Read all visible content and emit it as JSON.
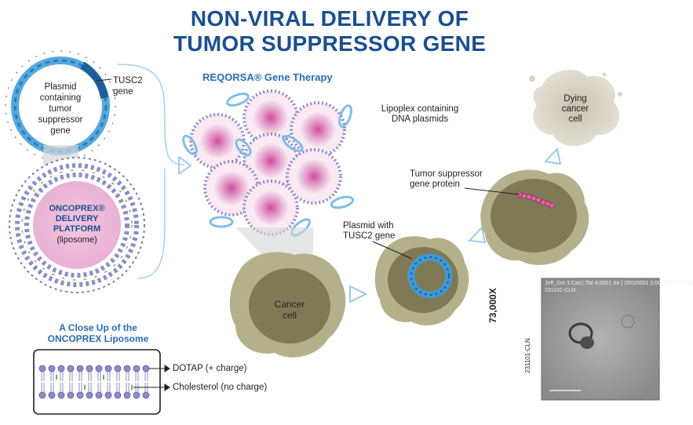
{
  "title": {
    "line1": "NON-VIRAL DELIVERY OF",
    "line2": "TUMOR SUPPRESSOR GENE"
  },
  "plasmid": {
    "label_lines": [
      "Plasmid",
      "containing",
      "tumor",
      "suppressor",
      "gene"
    ],
    "gene_label_lines": [
      "TUSC2",
      "gene"
    ]
  },
  "oncoprex": {
    "label_lines": [
      "ONCOPREX®",
      "DELIVERY",
      "PLATFORM"
    ],
    "sub_label": "(liposome)"
  },
  "reqorsa": {
    "heading": "REQORSA® Gene Therapy",
    "lipoplex_label_lines": [
      "Lipoplex containing",
      "DNA plasmids"
    ]
  },
  "cancer_cell": {
    "label_lines": [
      "Cancer",
      "cell"
    ]
  },
  "plasmid_tusc2": {
    "label_lines": [
      "Plasmid with",
      "TUSC2 gene"
    ]
  },
  "protein": {
    "label_lines": [
      "Tumor suppressor",
      "gene protein"
    ]
  },
  "dying_cell": {
    "label_lines": [
      "Dying",
      "cancer",
      "cell"
    ]
  },
  "closeup": {
    "heading_lines": [
      "A Close Up of the",
      "ONCOPREX Liposome"
    ],
    "dotap_label": "DOTAP (+ charge)",
    "cholesterol_label": "Cholesterol (no charge)"
  },
  "micrograph": {
    "magnification": "73,000X",
    "id_label": "231101-CLN",
    "header_text": "Jeff_Dot 3.Cas1:Tbl 4:0001 Xe | 2/01/0001 2:00 2/00:04 4:00",
    "sub_header": "231101-CLN"
  },
  "colors": {
    "title_blue": "#1b4f8e",
    "heading_blue": "#2a6cb2",
    "liposome_pink": "#e6a6cf",
    "lipid_head": "#8f8dc6",
    "cell_outer": "#b5b08c",
    "cell_inner": "#7f7a55",
    "arrow_blue": "#9fc9e6",
    "plasmid_blue": "#3f99d4"
  }
}
